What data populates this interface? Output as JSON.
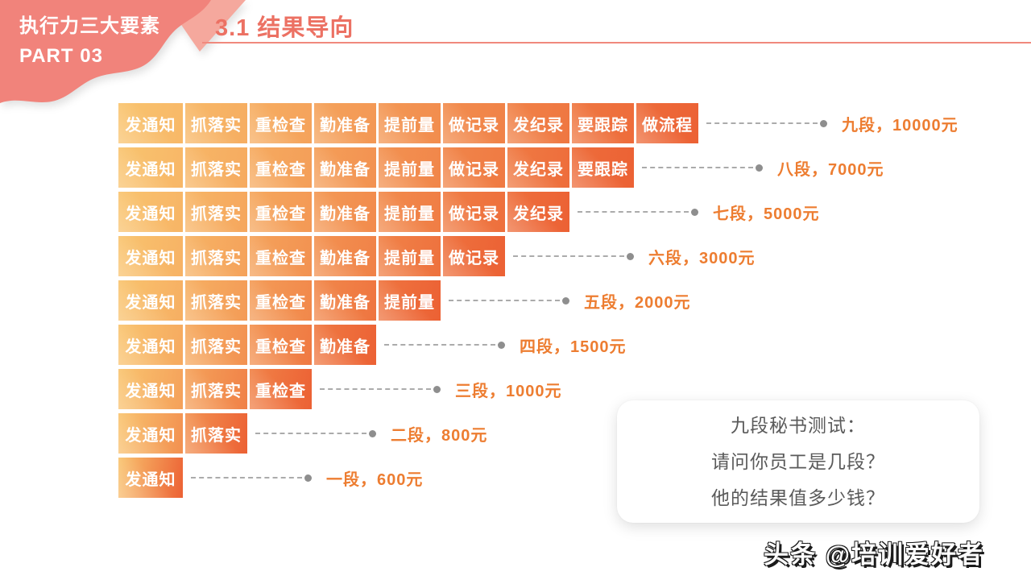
{
  "slide_badge": {
    "line1": "执行力三大要素",
    "line2": "PART 03"
  },
  "header": {
    "title": "3.1 结果导向"
  },
  "chart_data": {
    "type": "bar",
    "orientation": "horizontal-staircase",
    "unit": "元",
    "rows": [
      {
        "grade": "九段",
        "value": 10000,
        "label": "九段，10000元",
        "steps": [
          "发通知",
          "抓落实",
          "重检查",
          "勤准备",
          "提前量",
          "做记录",
          "发纪录",
          "要跟踪",
          "做流程"
        ]
      },
      {
        "grade": "八段",
        "value": 7000,
        "label": "八段，7000元",
        "steps": [
          "发通知",
          "抓落实",
          "重检查",
          "勤准备",
          "提前量",
          "做记录",
          "发纪录",
          "要跟踪"
        ]
      },
      {
        "grade": "七段",
        "value": 5000,
        "label": "七段，5000元",
        "steps": [
          "发通知",
          "抓落实",
          "重检查",
          "勤准备",
          "提前量",
          "做记录",
          "发纪录"
        ]
      },
      {
        "grade": "六段",
        "value": 3000,
        "label": "六段，3000元",
        "steps": [
          "发通知",
          "抓落实",
          "重检查",
          "勤准备",
          "提前量",
          "做记录"
        ]
      },
      {
        "grade": "五段",
        "value": 2000,
        "label": "五段，2000元",
        "steps": [
          "发通知",
          "抓落实",
          "重检查",
          "勤准备",
          "提前量"
        ]
      },
      {
        "grade": "四段",
        "value": 1500,
        "label": "四段，1500元",
        "steps": [
          "发通知",
          "抓落实",
          "重检查",
          "勤准备"
        ]
      },
      {
        "grade": "三段",
        "value": 1000,
        "label": "三段，1000元",
        "steps": [
          "发通知",
          "抓落实",
          "重检查"
        ]
      },
      {
        "grade": "二段",
        "value": 800,
        "label": "二段，800元",
        "steps": [
          "发通知",
          "抓落实"
        ]
      },
      {
        "grade": "一段",
        "value": 600,
        "label": "一段，600元",
        "steps": [
          "发通知"
        ]
      }
    ]
  },
  "bubble": {
    "lines": [
      "九段秘书测试：",
      "请问你员工是几段？",
      "他的结果值多少钱？"
    ]
  },
  "watermark": {
    "text": "头条 @培训爱好者"
  },
  "colors": {
    "blob_coral": "#F1837B",
    "blob_coral_light": "#F5A89D",
    "title_coral": "#EC7163",
    "rule_coral": "#F0897D",
    "bar_gradient_light": "#F9C46F",
    "bar_gradient_dark": "#EC6134",
    "label_orange": "#ED7D31",
    "dash_gray": "#ABABAB",
    "bubble_text_gray": "#5A5A5A"
  }
}
